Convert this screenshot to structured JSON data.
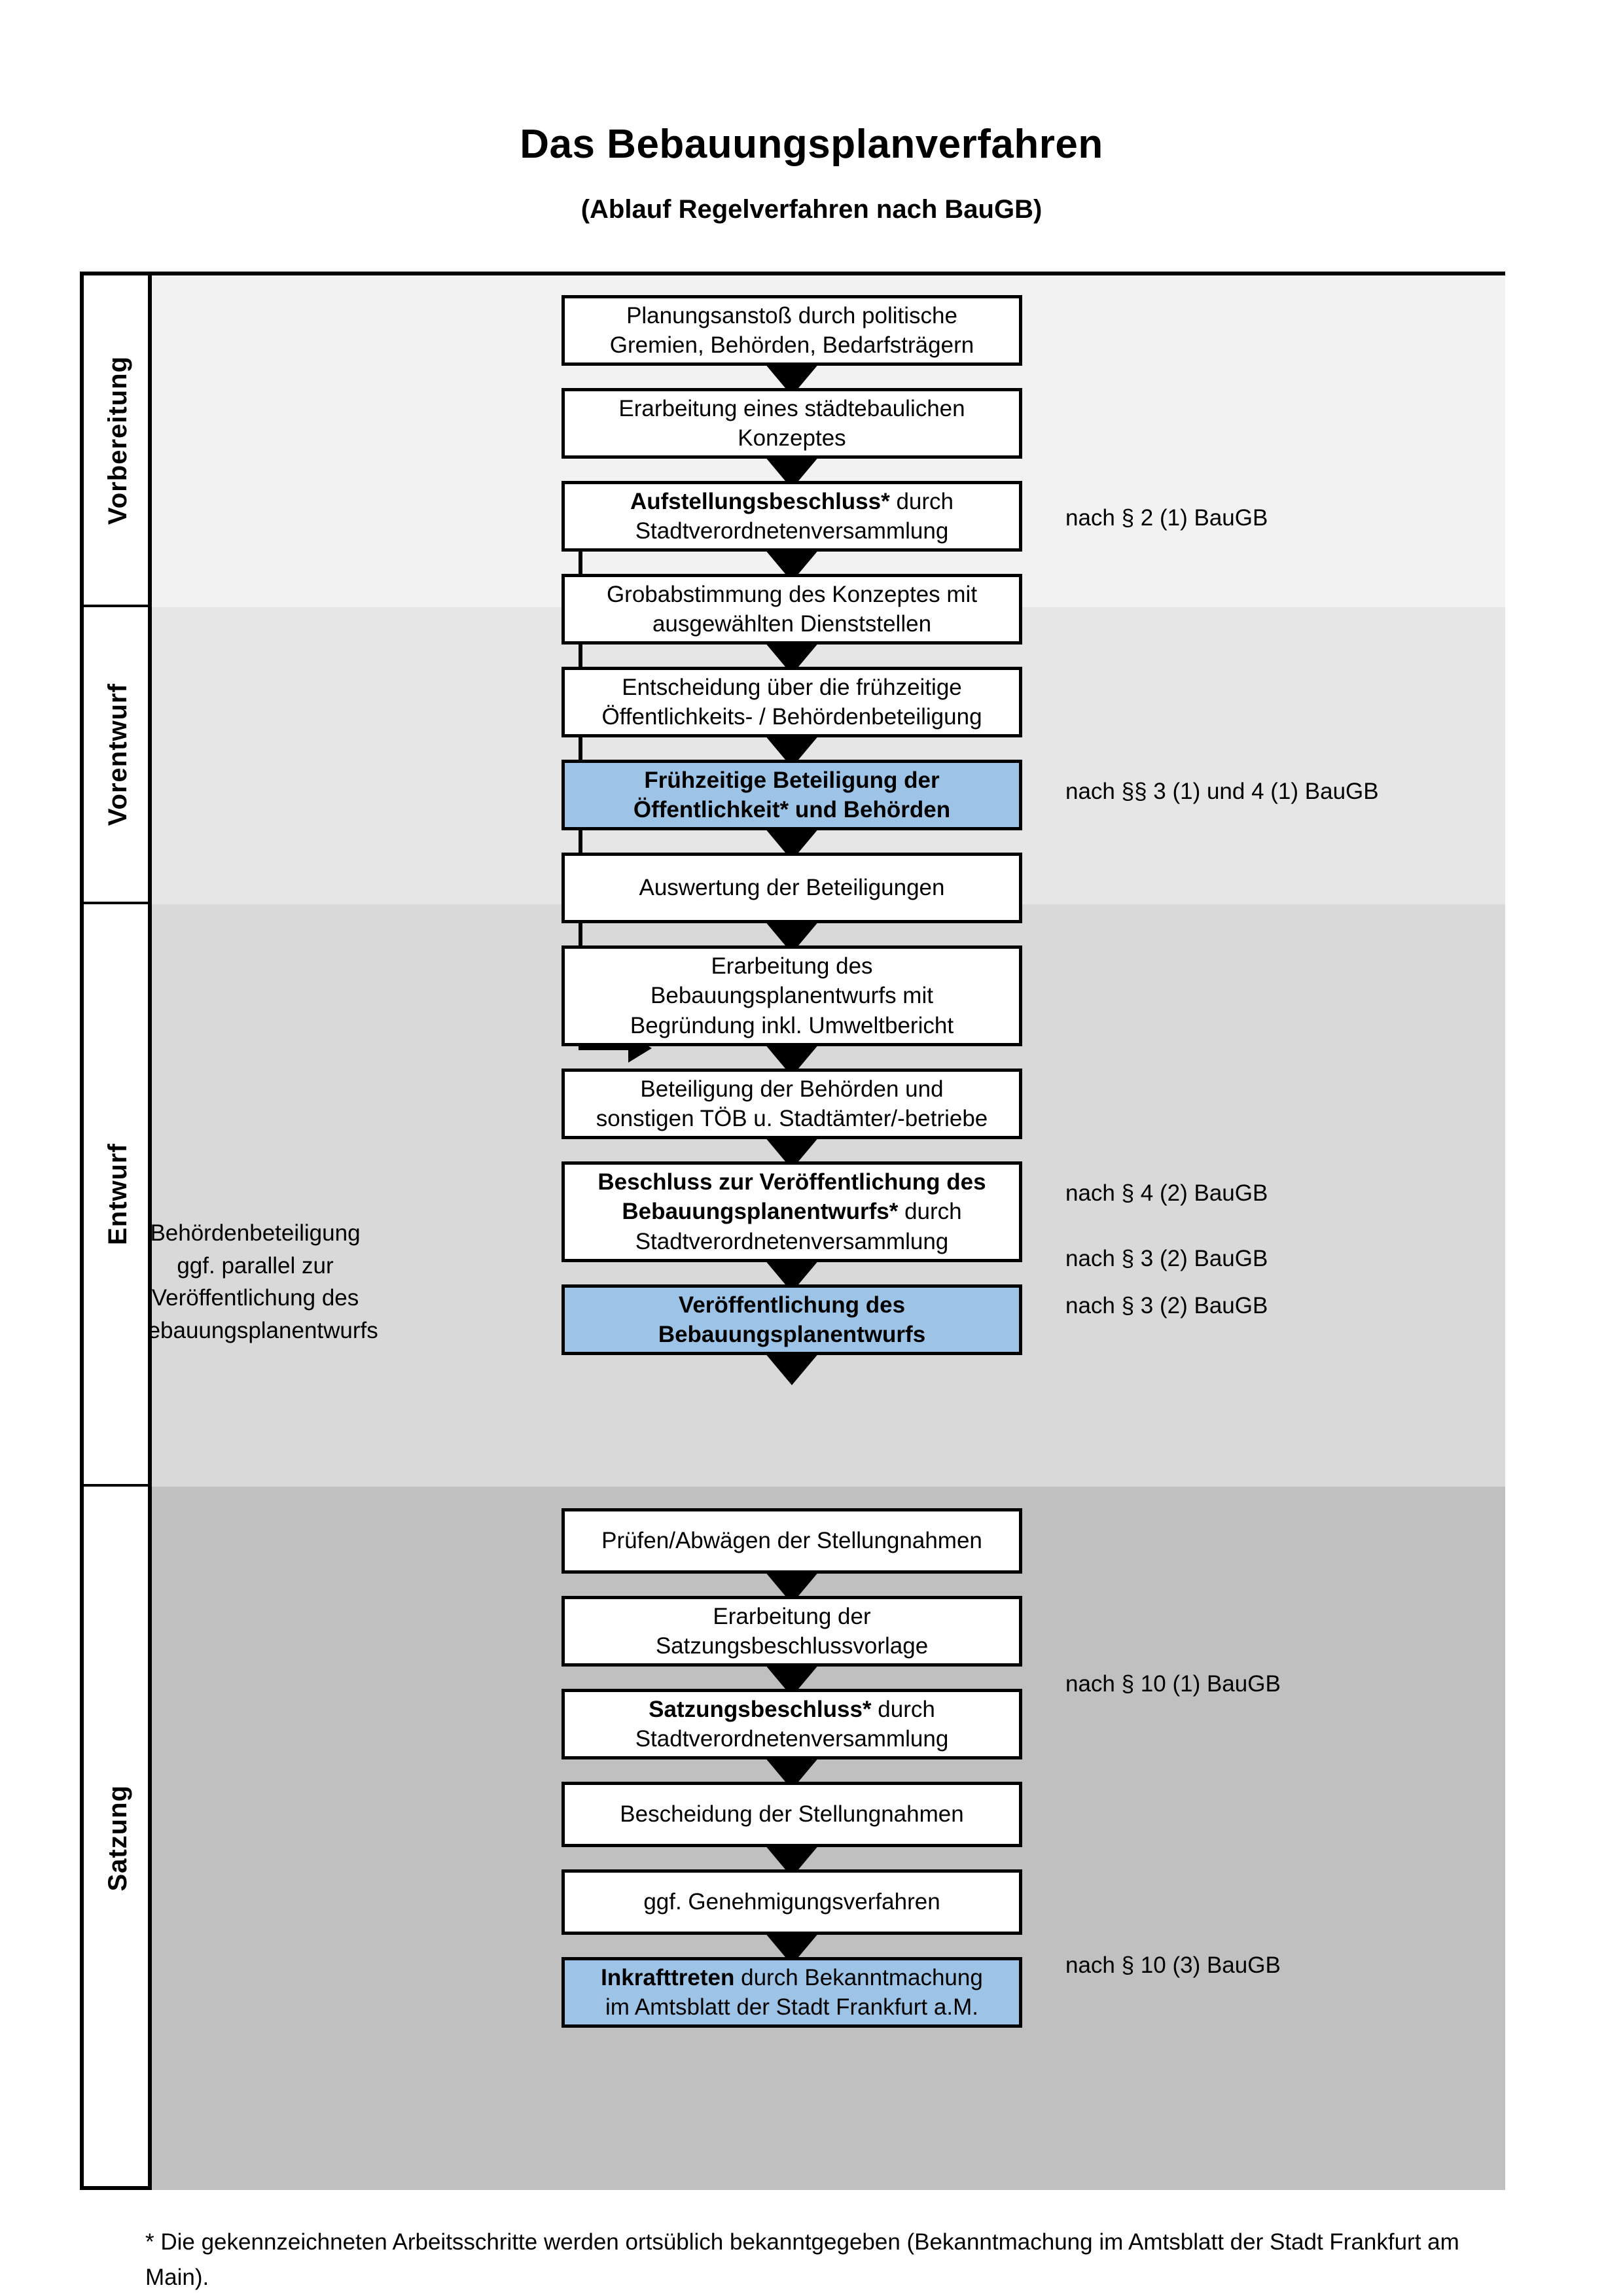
{
  "header": {
    "title": "Das Bebauungsplanverfahren",
    "subtitle": "(Ablauf Regelverfahren nach BauGB)"
  },
  "phases": [
    {
      "label": "Vorbereitung",
      "band_color": "#f2f2f2"
    },
    {
      "label": "Vorentwurf",
      "band_color": "#e6e6e6"
    },
    {
      "label": "Entwurf",
      "band_color": "#d9d9d9"
    },
    {
      "label": "Satzung",
      "band_color": "#c0c0c0"
    }
  ],
  "steps": [
    {
      "line1": "Planungsanstoß durch politische",
      "line2": "Gremien, Behörden, Bedarfsträgern",
      "line3": "",
      "bold_prefix": "",
      "highlight": false
    },
    {
      "line1": "Erarbeitung eines städtebaulichen",
      "line2": "Konzeptes",
      "line3": "",
      "bold_prefix": "",
      "highlight": false
    },
    {
      "line1": "Aufstellungsbeschluss* durch",
      "line2": "Stadtverordnetenversammlung",
      "line3": "",
      "bold_prefix": "Aufstellungsbeschluss*",
      "highlight": false
    },
    {
      "line1": "Grobabstimmung des Konzeptes mit",
      "line2": "ausgewählten Dienststellen",
      "line3": "",
      "bold_prefix": "",
      "highlight": false
    },
    {
      "line1": "Entscheidung über die frühzeitige",
      "line2": "Öffentlichkeits- / Behördenbeteiligung",
      "line3": "",
      "bold_prefix": "",
      "highlight": false
    },
    {
      "line1": "Frühzeitige Beteiligung der",
      "line2": "Öffentlichkeit* und Behörden",
      "line3": "",
      "bold_prefix": "ALL",
      "highlight": true
    },
    {
      "line1": "Auswertung der Beteiligungen",
      "line2": "",
      "line3": "",
      "bold_prefix": "",
      "highlight": false
    },
    {
      "line1": "Erarbeitung des",
      "line2": "Bebauungsplanentwurfs mit",
      "line3": "Begründung inkl. Umweltbericht",
      "bold_prefix": "",
      "highlight": false
    },
    {
      "line1": "Beteiligung der Behörden und",
      "line2": "sonstigen TÖB u. Stadtämter/-betriebe",
      "line3": "",
      "bold_prefix": "",
      "highlight": false
    },
    {
      "line1": "Beschluss zur Veröffentlichung des",
      "line2": "Bebauungsplanentwurfs* durch",
      "line3": "Stadtverordnetenversammlung",
      "bold_prefix": "Beschluss zur Veröffentlichung des Bebauungsplanentwurfs*",
      "highlight": false
    },
    {
      "line1": "Veröffentlichung des",
      "line2": "Bebauungsplanentwurfs",
      "line3": "",
      "bold_prefix": "ALL",
      "highlight": true
    },
    {
      "line1": "Prüfen/Abwägen der Stellungnahmen",
      "line2": "",
      "line3": "",
      "bold_prefix": "",
      "highlight": false
    },
    {
      "line1": "Erarbeitung der",
      "line2": "Satzungsbeschlussvorlage",
      "line3": "",
      "bold_prefix": "",
      "highlight": false
    },
    {
      "line1": "Satzungsbeschluss* durch",
      "line2": "Stadtverordnetenversammlung",
      "line3": "",
      "bold_prefix": "Satzungsbeschluss*",
      "highlight": false
    },
    {
      "line1": "Bescheidung der Stellungnahmen",
      "line2": "",
      "line3": "",
      "bold_prefix": "",
      "highlight": false
    },
    {
      "line1": "ggf. Genehmigungsverfahren",
      "line2": "",
      "line3": "",
      "bold_prefix": "",
      "highlight": false
    },
    {
      "line1": "Inkrafttreten durch Bekanntmachung",
      "line2": "im Amtsblatt der Stadt Frankfurt a.M.",
      "line3": "",
      "bold_prefix": "Inkrafttreten",
      "highlight": true
    }
  ],
  "legal_notes": [
    "nach § 2 (1) BauGB",
    "nach §§ 3 (1) und 4 (1) BauGB",
    "nach § 4 (2) BauGB",
    "nach § 3 (2) BauGB",
    "nach § 3 (2) BauGB",
    "nach § 10 (1) BauGB",
    "nach § 10 (3) BauGB"
  ],
  "side_note": {
    "line1": "Behördenbeteiligung",
    "line2": "ggf. parallel zur",
    "line3": "Veröffentlichung des",
    "line4": "Bebauungsplanentwurfs"
  },
  "footnote": "* Die gekennzeichneten Arbeitsschritte werden ortsüblich bekanntgegeben (Bekanntmachung im Amtsblatt  der Stadt Frankfurt am Main).",
  "colors": {
    "highlight_blue": "#9dc3e6",
    "band_vorbereitung": "#f2f2f2",
    "band_vorentwurf": "#e6e6e6",
    "band_entwurf": "#d9d9d9",
    "band_satzung": "#c0c0c0"
  }
}
